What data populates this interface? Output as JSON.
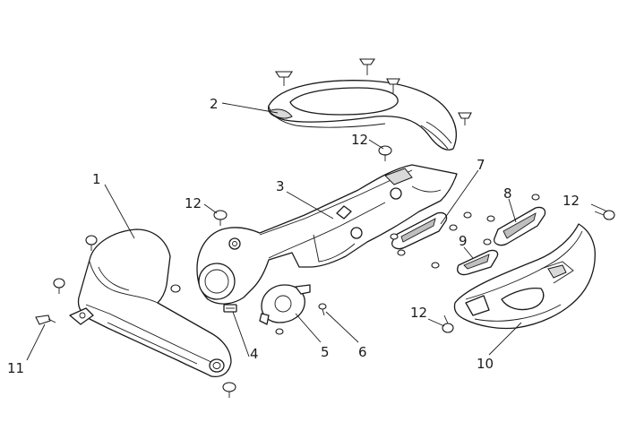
{
  "callouts": {
    "c1": "1",
    "c2": "2",
    "c3": "3",
    "c4": "4",
    "c5": "5",
    "c6": "6",
    "c7": "7",
    "c8": "8",
    "c9": "9",
    "c10": "10",
    "c11": "11",
    "c12a": "12",
    "c12b": "12",
    "c12c": "12",
    "c12d": "12"
  }
}
